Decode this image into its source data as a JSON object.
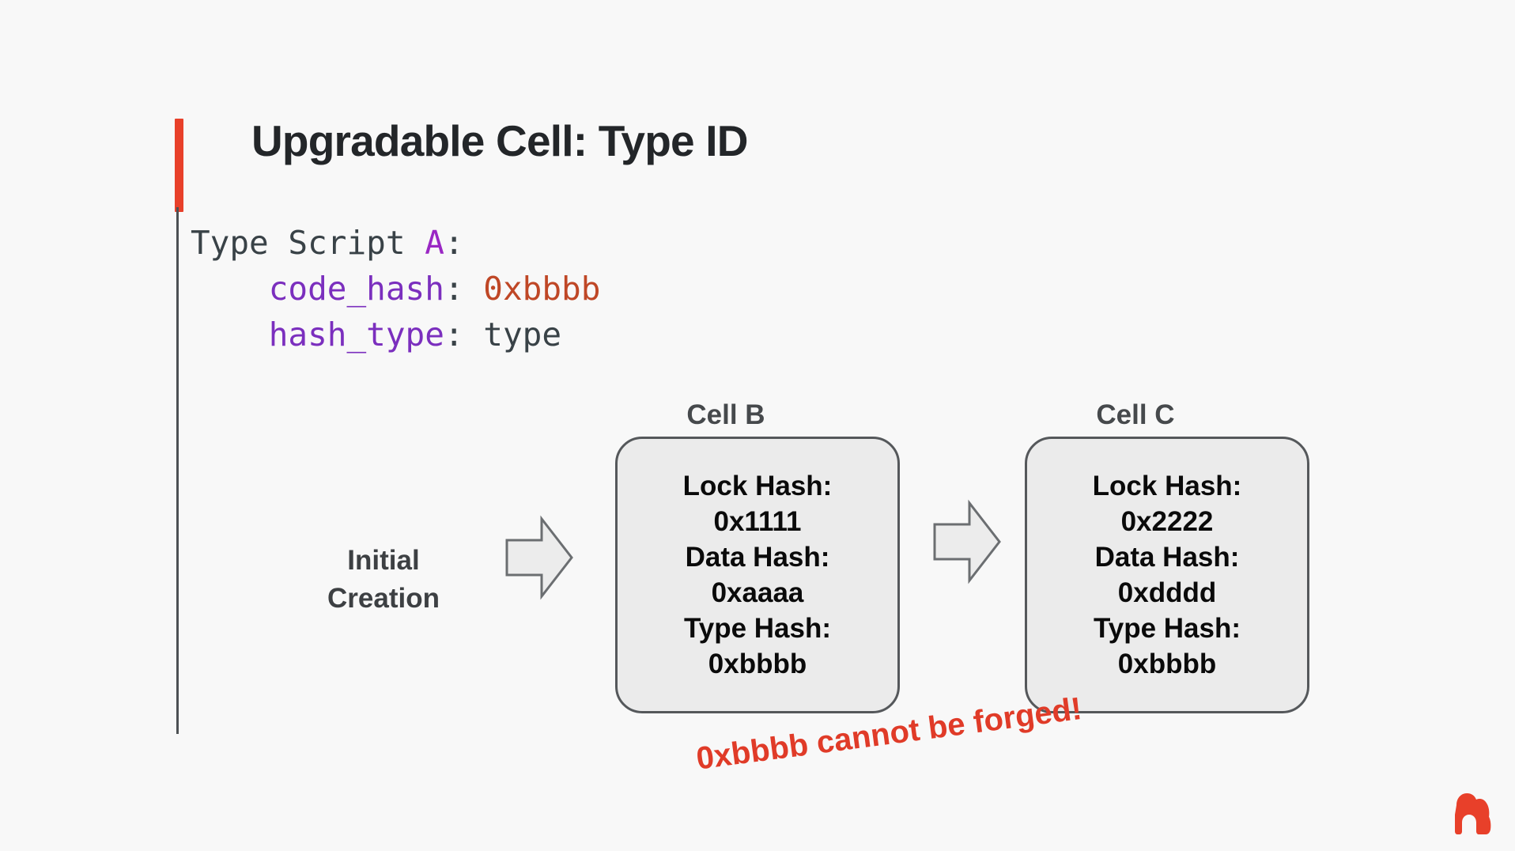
{
  "page": {
    "background_color": "#f8f8f8",
    "accent_color": "#e8402a",
    "title": "Upgradable Cell: Type ID"
  },
  "code_block": {
    "language": "script-definition",
    "lines": [
      {
        "indent": 0,
        "tokens": [
          {
            "text": "Type Script ",
            "kind": "plain"
          },
          {
            "text": "A",
            "kind": "key"
          },
          {
            "text": ":",
            "kind": "punct"
          }
        ]
      },
      {
        "indent": 4,
        "tokens": [
          {
            "text": "code_hash",
            "kind": "ident"
          },
          {
            "text": ": ",
            "kind": "punct"
          },
          {
            "text": "0xbbbb",
            "kind": "value"
          }
        ]
      },
      {
        "indent": 4,
        "tokens": [
          {
            "text": "hash_type",
            "kind": "ident"
          },
          {
            "text": ": ",
            "kind": "punct"
          },
          {
            "text": "type",
            "kind": "plain"
          }
        ]
      }
    ],
    "colors": {
      "plain": "#394247",
      "key": "#9a27c4",
      "ident": "#7b2fbe",
      "value": "#bf4726",
      "punct": "#394247"
    }
  },
  "diagram": {
    "initial_creation_label": "Initial\nCreation",
    "initial_creation_line1": "Initial",
    "initial_creation_line2": "Creation",
    "arrow_create": "right-block-arrow",
    "arrow_upgrade": "right-block-arrow",
    "cells": [
      {
        "label": "Cell B",
        "lines": [
          "Lock Hash:",
          "0x1111",
          "Data Hash:",
          "0xaaaa",
          "Type Hash:",
          "0xbbbb"
        ],
        "fill": "#ebebeb",
        "border": "#55585b"
      },
      {
        "label": "Cell C",
        "lines": [
          "Lock Hash:",
          "0x2222",
          "Data Hash:",
          "0xdddd",
          "Type Hash:",
          "0xbbbb"
        ],
        "fill": "#ebebeb",
        "border": "#55585b"
      }
    ]
  },
  "callout": {
    "text": "0xbbbb cannot be forged!",
    "color": "#e03b28"
  },
  "logo": {
    "name": "gorilla-logo",
    "color": "#e8402a"
  }
}
